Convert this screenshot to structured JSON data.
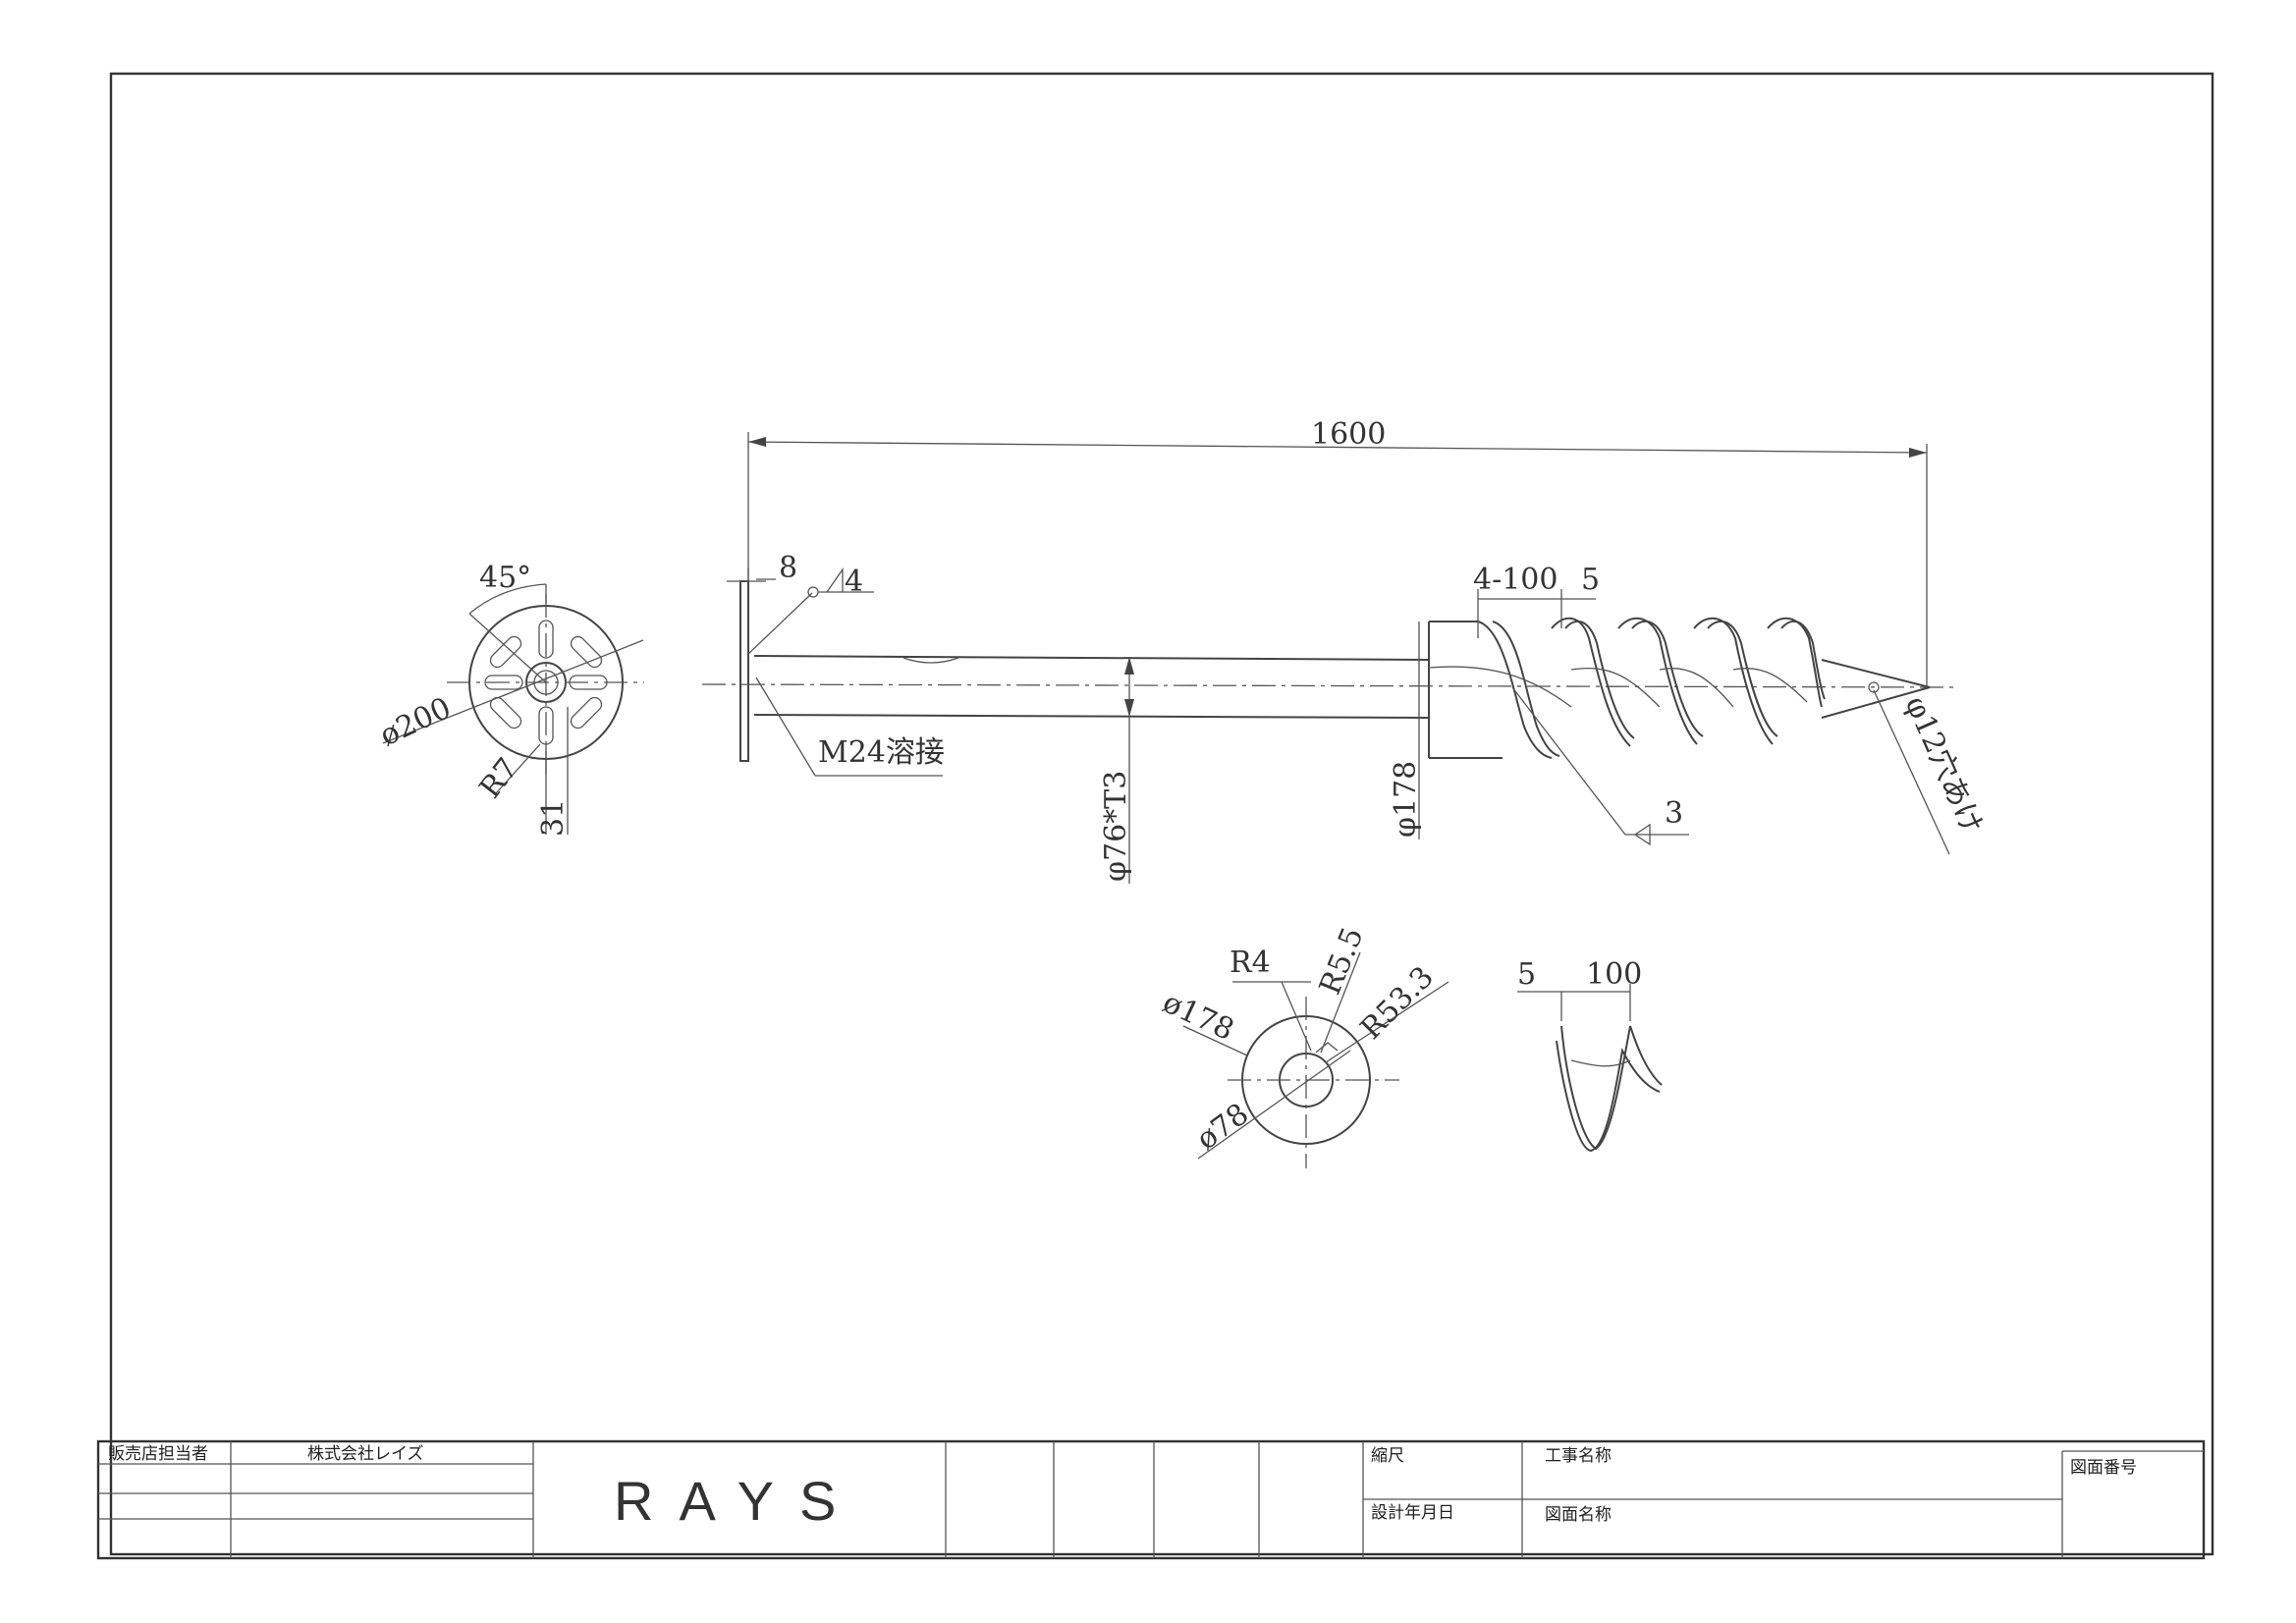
{
  "drawing": {
    "dims": {
      "overall_length": "1600",
      "plate_thickness": "8",
      "weld_symbol": "4",
      "weld_note": "M24溶接",
      "pipe": "φ76*T3",
      "pitch": "4-100",
      "blade_thickness": "5",
      "blade_dia": "φ178",
      "blade_weld": "3",
      "tip_hole": "φ12穴あけ",
      "flange_angle": "45°",
      "flange_dia": "ø200",
      "flange_slot_r": "R7",
      "flange_slot_len": "31",
      "blade_r4": "R4",
      "blade_r55": "R5.5",
      "blade_r533": "R53.3",
      "blade_outer": "ø178",
      "blade_inner": "ø78",
      "side_thickness": "5",
      "side_pitch": "100"
    }
  },
  "title_block": {
    "dealer_label": "販売店担当者",
    "company": "株式会社レイズ",
    "logo": "RAYS",
    "scale_label": "縮尺",
    "design_date_label": "設計年月日",
    "project_label": "工事名称",
    "drawing_name_label": "図面名称",
    "drawing_no_label": "図面番号"
  }
}
